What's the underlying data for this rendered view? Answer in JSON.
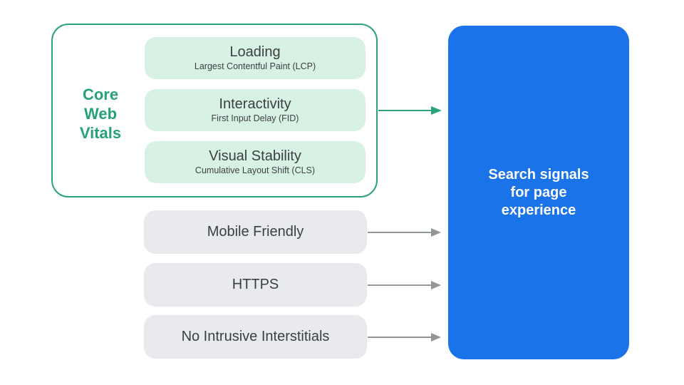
{
  "diagram": {
    "core_web_vitals": {
      "label": "Core Web Vitals",
      "items": [
        {
          "title": "Loading",
          "subtitle": "Largest Contentful Paint (LCP)"
        },
        {
          "title": "Interactivity",
          "subtitle": "First Input Delay (FID)"
        },
        {
          "title": "Visual Stability",
          "subtitle": "Cumulative Layout Shift (CLS)"
        }
      ]
    },
    "other_signals": [
      {
        "label": "Mobile Friendly"
      },
      {
        "label": "HTTPS"
      },
      {
        "label": "No Intrusive Interstitials"
      }
    ],
    "result_box": {
      "label": "Search signals for page experience"
    },
    "colors": {
      "green": "#2AA378",
      "green_text": "#27A176",
      "green_light_fill": "#D7F2E4",
      "blue_fill": "#1A73E8",
      "gray_fill": "#E8EAED",
      "gray_arrow": "#919699",
      "dark_text": "#3C4043",
      "white_text": "#FFFFFF",
      "background": "#FFFFFF"
    }
  }
}
